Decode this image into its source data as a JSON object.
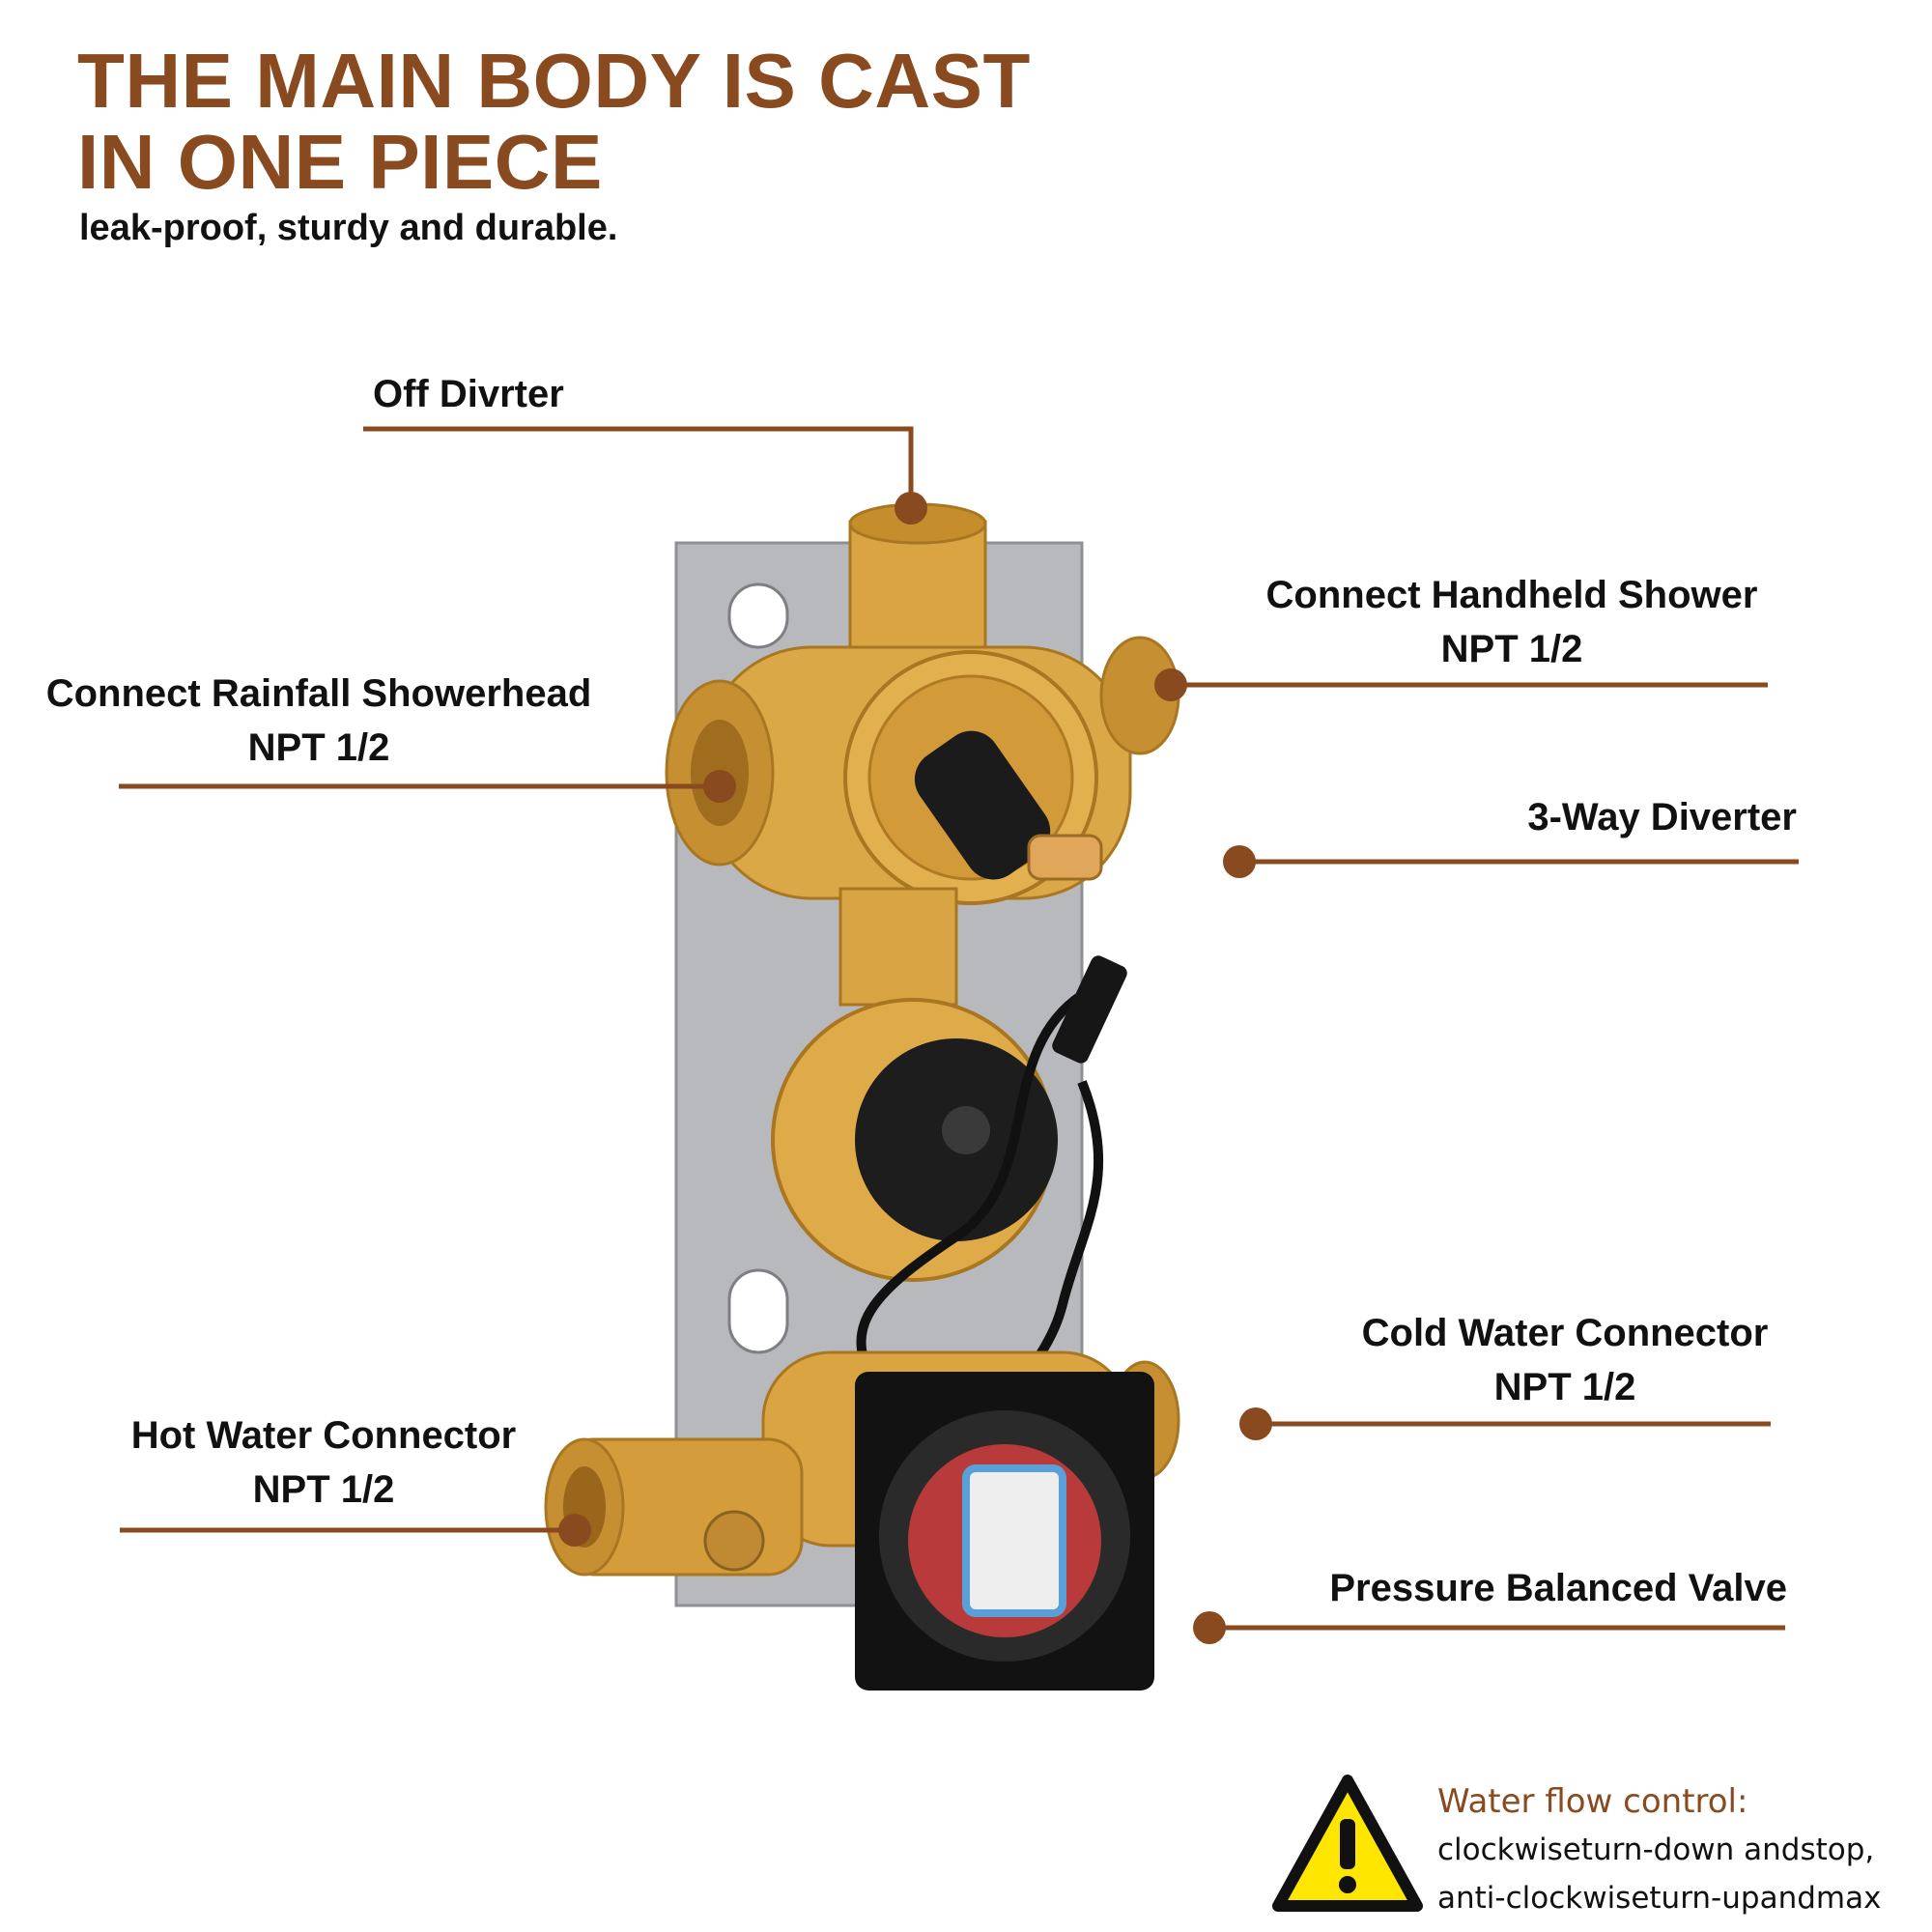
{
  "header": {
    "title_line1": "THE MAIN BODY IS CAST",
    "title_line2": "IN ONE PIECE",
    "subtitle": "leak-proof, sturdy and durable."
  },
  "callouts": {
    "off_diverter": "Off Divrter",
    "handheld_line1": "Connect Handheld Shower",
    "handheld_line2": "NPT 1/2",
    "rainfall_line1": "Connect Rainfall Showerhead",
    "rainfall_line2": "NPT 1/2",
    "three_way": "3-Way Diverter",
    "cold_line1": "Cold Water Connector",
    "cold_line2": "NPT 1/2",
    "hot_line1": "Hot Water Connector",
    "hot_line2": "NPT 1/2",
    "pressure": "Pressure Balanced Valve"
  },
  "warning": {
    "icon": "warning-triangle-icon",
    "title": "Water flow control:",
    "line1": "clockwiseturn-down andstop,",
    "line2": "anti-clockwiseturn-upandmax"
  },
  "colors": {
    "accent": "#8a4a1f",
    "text": "#111111",
    "brass": "#d9a441",
    "warning_yellow": "#ffe600"
  }
}
